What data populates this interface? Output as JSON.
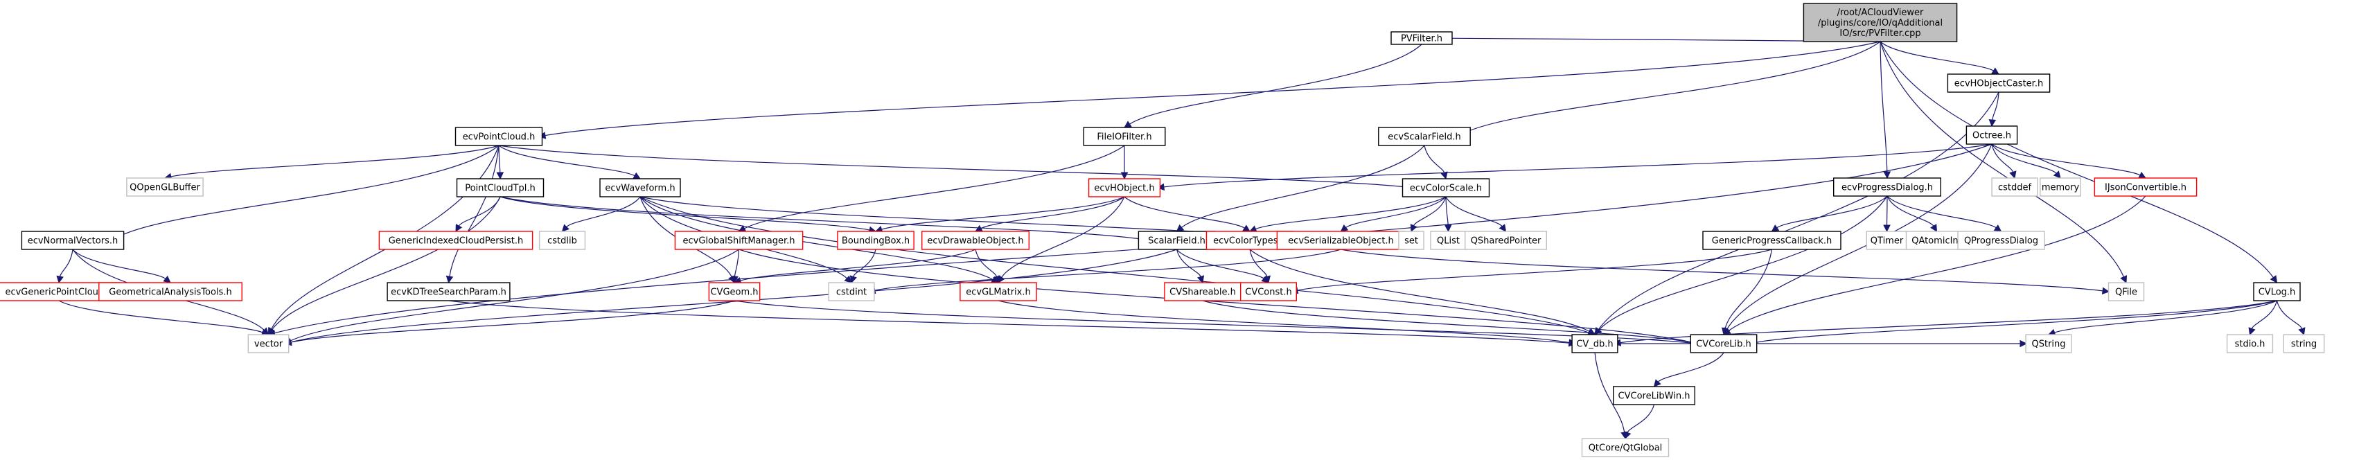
{
  "diagram": {
    "type": "include-dependency-graph",
    "root": "/root/ACloudViewer/plugins/core/IO/qAdditionalIO/src/PVFilter.cpp",
    "style_legend": {
      "root": {
        "fill": "#bfbfbf",
        "stroke": "#000000"
      },
      "documented": {
        "fill": "#ffffff",
        "stroke": "#000000"
      },
      "truncated": {
        "fill": "#ffffff",
        "stroke": "#ff0000"
      },
      "external": {
        "fill": "#ffffff",
        "stroke": "#bfbfbf"
      }
    },
    "edge_color": "#191970",
    "nodes": [
      {
        "id": "root",
        "lines": [
          "/root/ACloudViewer",
          "/plugins/core/IO/qAdditional",
          "IO/src/PVFilter.cpp"
        ],
        "kind": "root"
      },
      {
        "id": "PVFilter.h",
        "lines": [
          "PVFilter.h"
        ],
        "kind": "documented"
      },
      {
        "id": "ecvPointCloud.h",
        "lines": [
          "ecvPointCloud.h"
        ],
        "kind": "documented"
      },
      {
        "id": "FileIOFilter.h",
        "lines": [
          "FileIOFilter.h"
        ],
        "kind": "documented"
      },
      {
        "id": "ecvScalarField.h",
        "lines": [
          "ecvScalarField.h"
        ],
        "kind": "documented"
      },
      {
        "id": "ecvHObjectCaster.h",
        "lines": [
          "ecvHObjectCaster.h"
        ],
        "kind": "documented"
      },
      {
        "id": "Octree.h",
        "lines": [
          "Octree.h"
        ],
        "kind": "documented"
      },
      {
        "id": "QOpenGLBuffer",
        "lines": [
          "QOpenGLBuffer"
        ],
        "kind": "external"
      },
      {
        "id": "PointCloudTpl.h",
        "lines": [
          "PointCloudTpl.h"
        ],
        "kind": "documented"
      },
      {
        "id": "ecvWaveform.h",
        "lines": [
          "ecvWaveform.h"
        ],
        "kind": "documented"
      },
      {
        "id": "ecvHObject.h",
        "lines": [
          "ecvHObject.h"
        ],
        "kind": "truncated"
      },
      {
        "id": "ecvColorScale.h",
        "lines": [
          "ecvColorScale.h"
        ],
        "kind": "documented"
      },
      {
        "id": "ecvProgressDialog.h",
        "lines": [
          "ecvProgressDialog.h"
        ],
        "kind": "documented"
      },
      {
        "id": "cstddef",
        "lines": [
          "cstddef"
        ],
        "kind": "external"
      },
      {
        "id": "memory",
        "lines": [
          "memory"
        ],
        "kind": "external"
      },
      {
        "id": "IJsonConvertible.h",
        "lines": [
          "IJsonConvertible.h"
        ],
        "kind": "truncated"
      },
      {
        "id": "ecvNormalVectors.h",
        "lines": [
          "ecvNormalVectors.h"
        ],
        "kind": "documented"
      },
      {
        "id": "GenericIndexedCloudPersist.h",
        "lines": [
          "GenericIndexedCloudPersist.h"
        ],
        "kind": "truncated"
      },
      {
        "id": "cstdlib",
        "lines": [
          "cstdlib"
        ],
        "kind": "external"
      },
      {
        "id": "ecvGlobalShiftManager.h",
        "lines": [
          "ecvGlobalShiftManager.h"
        ],
        "kind": "truncated"
      },
      {
        "id": "BoundingBox.h",
        "lines": [
          "BoundingBox.h"
        ],
        "kind": "truncated"
      },
      {
        "id": "ecvDrawableObject.h",
        "lines": [
          "ecvDrawableObject.h"
        ],
        "kind": "truncated"
      },
      {
        "id": "ScalarField.h",
        "lines": [
          "ScalarField.h"
        ],
        "kind": "documented"
      },
      {
        "id": "ecvColorTypes.h",
        "lines": [
          "ecvColorTypes.h"
        ],
        "kind": "truncated"
      },
      {
        "id": "ecvSerializableObject.h",
        "lines": [
          "ecvSerializableObject.h"
        ],
        "kind": "truncated"
      },
      {
        "id": "set",
        "lines": [
          "set"
        ],
        "kind": "external"
      },
      {
        "id": "QList",
        "lines": [
          "QList"
        ],
        "kind": "external"
      },
      {
        "id": "QSharedPointer",
        "lines": [
          "QSharedPointer"
        ],
        "kind": "external"
      },
      {
        "id": "GenericProgressCallback.h",
        "lines": [
          "GenericProgressCallback.h"
        ],
        "kind": "documented"
      },
      {
        "id": "QTimer",
        "lines": [
          "QTimer"
        ],
        "kind": "external"
      },
      {
        "id": "QAtomicInt",
        "lines": [
          "QAtomicInt"
        ],
        "kind": "external"
      },
      {
        "id": "QProgressDialog",
        "lines": [
          "QProgressDialog"
        ],
        "kind": "external"
      },
      {
        "id": "ecvGenericPointCloud.h",
        "lines": [
          "ecvGenericPointCloud.h"
        ],
        "kind": "truncated"
      },
      {
        "id": "GeometricalAnalysisTools.h",
        "lines": [
          "GeometricalAnalysisTools.h"
        ],
        "kind": "truncated"
      },
      {
        "id": "ecvKDTreeSearchParam.h",
        "lines": [
          "ecvKDTreeSearchParam.h"
        ],
        "kind": "documented"
      },
      {
        "id": "CVGeom.h",
        "lines": [
          "CVGeom.h"
        ],
        "kind": "truncated"
      },
      {
        "id": "cstdint",
        "lines": [
          "cstdint"
        ],
        "kind": "external"
      },
      {
        "id": "ecvGLMatrix.h",
        "lines": [
          "ecvGLMatrix.h"
        ],
        "kind": "truncated"
      },
      {
        "id": "CVShareable.h",
        "lines": [
          "CVShareable.h"
        ],
        "kind": "truncated"
      },
      {
        "id": "CVConst.h",
        "lines": [
          "CVConst.h"
        ],
        "kind": "truncated"
      },
      {
        "id": "QFile",
        "lines": [
          "QFile"
        ],
        "kind": "external"
      },
      {
        "id": "CVLog.h",
        "lines": [
          "CVLog.h"
        ],
        "kind": "documented"
      },
      {
        "id": "vector",
        "lines": [
          "vector"
        ],
        "kind": "external"
      },
      {
        "id": "CV_db.h",
        "lines": [
          "CV_db.h"
        ],
        "kind": "documented"
      },
      {
        "id": "CVCoreLib.h",
        "lines": [
          "CVCoreLib.h"
        ],
        "kind": "documented"
      },
      {
        "id": "QString",
        "lines": [
          "QString"
        ],
        "kind": "external"
      },
      {
        "id": "stdio.h",
        "lines": [
          "stdio.h"
        ],
        "kind": "external"
      },
      {
        "id": "string",
        "lines": [
          "string"
        ],
        "kind": "external"
      },
      {
        "id": "CVCoreLibWin.h",
        "lines": [
          "CVCoreLibWin.h"
        ],
        "kind": "documented"
      },
      {
        "id": "QtCore/QtGlobal",
        "lines": [
          "QtCore/QtGlobal"
        ],
        "kind": "external"
      }
    ],
    "edges": [
      [
        "root",
        "PVFilter.h"
      ],
      [
        "root",
        "ecvPointCloud.h"
      ],
      [
        "root",
        "ecvScalarField.h"
      ],
      [
        "root",
        "ecvHObjectCaster.h"
      ],
      [
        "root",
        "ecvProgressDialog.h"
      ],
      [
        "root",
        "QFile"
      ],
      [
        "root",
        "CVLog.h"
      ],
      [
        "PVFilter.h",
        "FileIOFilter.h"
      ],
      [
        "FileIOFilter.h",
        "ecvHObject.h"
      ],
      [
        "FileIOFilter.h",
        "ecvGlobalShiftManager.h"
      ],
      [
        "ecvPointCloud.h",
        "ecvNormalVectors.h"
      ],
      [
        "ecvPointCloud.h",
        "QOpenGLBuffer"
      ],
      [
        "ecvPointCloud.h",
        "PointCloudTpl.h"
      ],
      [
        "ecvPointCloud.h",
        "ecvWaveform.h"
      ],
      [
        "ecvPointCloud.h",
        "ecvColorScale.h"
      ],
      [
        "ecvPointCloud.h",
        "ecvKDTreeSearchParam.h"
      ],
      [
        "ecvPointCloud.h",
        "vector"
      ],
      [
        "ecvScalarField.h",
        "ecvColorScale.h"
      ],
      [
        "ecvScalarField.h",
        "ScalarField.h"
      ],
      [
        "ecvHObjectCaster.h",
        "Octree.h"
      ],
      [
        "ecvHObjectCaster.h",
        "CV_db.h"
      ],
      [
        "Octree.h",
        "ecvHObject.h"
      ],
      [
        "Octree.h",
        "cstddef"
      ],
      [
        "Octree.h",
        "memory"
      ],
      [
        "Octree.h",
        "IJsonConvertible.h"
      ],
      [
        "Octree.h",
        "vector"
      ],
      [
        "Octree.h",
        "CVCoreLib.h"
      ],
      [
        "ecvNormalVectors.h",
        "ecvGenericPointCloud.h"
      ],
      [
        "ecvNormalVectors.h",
        "GeometricalAnalysisTools.h"
      ],
      [
        "ecvNormalVectors.h",
        "vector"
      ],
      [
        "ecvGenericPointCloud.h",
        "vector"
      ],
      [
        "PointCloudTpl.h",
        "GenericIndexedCloudPersist.h"
      ],
      [
        "PointCloudTpl.h",
        "BoundingBox.h"
      ],
      [
        "PointCloudTpl.h",
        "ScalarField.h"
      ],
      [
        "PointCloudTpl.h",
        "vector"
      ],
      [
        "ecvWaveform.h",
        "cstdlib"
      ],
      [
        "ecvWaveform.h",
        "CVGeom.h"
      ],
      [
        "ecvWaveform.h",
        "cstdint"
      ],
      [
        "ecvWaveform.h",
        "ecvSerializableObject.h"
      ],
      [
        "ecvWaveform.h",
        "ecvGLMatrix.h"
      ],
      [
        "ecvWaveform.h",
        "CV_db.h"
      ],
      [
        "ecvHObject.h",
        "BoundingBox.h"
      ],
      [
        "ecvHObject.h",
        "ecvDrawableObject.h"
      ],
      [
        "ecvHObject.h",
        "ecvColorTypes.h"
      ],
      [
        "ecvHObject.h",
        "ecvGLMatrix.h"
      ],
      [
        "ecvColorScale.h",
        "ecvColorTypes.h"
      ],
      [
        "ecvColorScale.h",
        "ecvSerializableObject.h"
      ],
      [
        "ecvColorScale.h",
        "set"
      ],
      [
        "ecvColorScale.h",
        "QList"
      ],
      [
        "ecvColorScale.h",
        "QSharedPointer"
      ],
      [
        "ecvGlobalShiftManager.h",
        "CVGeom.h"
      ],
      [
        "ecvGlobalShiftManager.h",
        "vector"
      ],
      [
        "ecvGlobalShiftManager.h",
        "CVCoreLib.h"
      ],
      [
        "BoundingBox.h",
        "cstdint"
      ],
      [
        "ecvDrawableObject.h",
        "CVGeom.h"
      ],
      [
        "ecvDrawableObject.h",
        "ecvGLMatrix.h"
      ],
      [
        "ScalarField.h",
        "CVShareable.h"
      ],
      [
        "ScalarField.h",
        "CVConst.h"
      ],
      [
        "ScalarField.h",
        "vector"
      ],
      [
        "ecvColorTypes.h",
        "CVConst.h"
      ],
      [
        "ecvColorTypes.h",
        "CV_db.h"
      ],
      [
        "ecvSerializableObject.h",
        "cstdint"
      ],
      [
        "ecvSerializableObject.h",
        "QFile"
      ],
      [
        "ecvProgressDialog.h",
        "GenericProgressCallback.h"
      ],
      [
        "ecvProgressDialog.h",
        "QTimer"
      ],
      [
        "ecvProgressDialog.h",
        "QAtomicInt"
      ],
      [
        "ecvProgressDialog.h",
        "QProgressDialog"
      ],
      [
        "ecvProgressDialog.h",
        "CV_db.h"
      ],
      [
        "GenericProgressCallback.h",
        "CVConst.h"
      ],
      [
        "GenericProgressCallback.h",
        "CVCoreLib.h"
      ],
      [
        "IJsonConvertible.h",
        "CVCoreLib.h"
      ],
      [
        "CVGeom.h",
        "vector"
      ],
      [
        "CVGeom.h",
        "CVCoreLib.h"
      ],
      [
        "ecvKDTreeSearchParam.h",
        "CV_db.h"
      ],
      [
        "ecvGLMatrix.h",
        "CV_db.h"
      ],
      [
        "CVShareable.h",
        "CVCoreLib.h"
      ],
      [
        "CVLog.h",
        "CVCoreLib.h"
      ],
      [
        "CVLog.h",
        "QString"
      ],
      [
        "CVLog.h",
        "stdio.h"
      ],
      [
        "CVLog.h",
        "string"
      ],
      [
        "CVLog.h",
        "CV_db.h"
      ],
      [
        "CV_db.h",
        "QtCore/QtGlobal"
      ],
      [
        "CV_db.h",
        "QString"
      ],
      [
        "CVCoreLib.h",
        "CVCoreLibWin.h"
      ],
      [
        "CVCoreLibWin.h",
        "QtCore/QtGlobal"
      ]
    ]
  }
}
